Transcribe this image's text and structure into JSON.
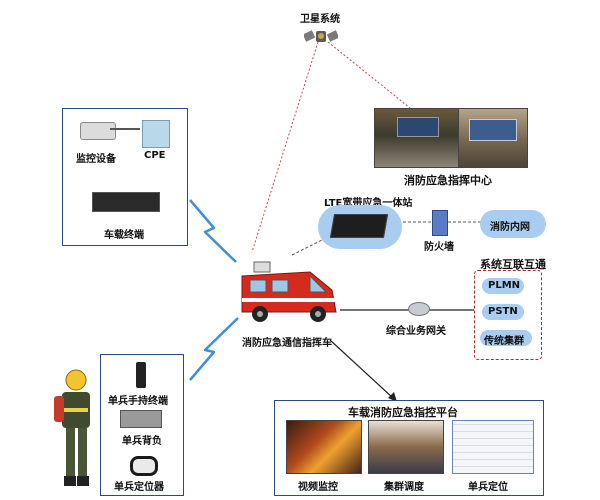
{
  "labels": {
    "satellite": "卫星系统",
    "command_center": "消防应急指挥中心",
    "lte_station": "LTE宽带应急一体站",
    "firewall": "防火墙",
    "fire_intranet": "消防内网",
    "system_interconnect": "系统互联互通",
    "plmn": "PLMN",
    "pstn": "PSTN",
    "trunking": "传统集群",
    "service_gateway": "综合业务网关",
    "command_vehicle": "消防应急通信指挥车",
    "monitoring_device": "监控设备",
    "cpe": "CPE",
    "vehicle_terminal": "车载终端",
    "handheld_terminal": "单兵手持终端",
    "backpack": "单兵背负",
    "locator": "单兵定位器",
    "platform_title": "车载消防应急指控平台",
    "video_monitoring": "视频监控",
    "cluster_dispatch": "集群调度",
    "soldier_positioning": "单兵定位"
  },
  "colors": {
    "box_border": "#2b4a8a",
    "cloud": "#a9cdf0",
    "lightning": "#3f8ed8",
    "dotted_link": "#c0504d",
    "fire_red": "#d52b1e"
  }
}
